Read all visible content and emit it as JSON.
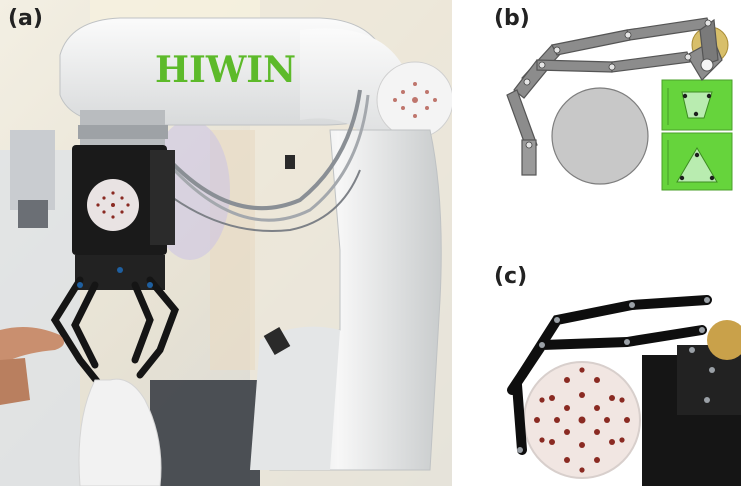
{
  "figure": {
    "panels": [
      {
        "label": "(a)"
      },
      {
        "label": "(b)"
      },
      {
        "label": "(c)"
      }
    ],
    "robot_brand": "HIWIN"
  },
  "colors": {
    "robot_white": "#eceeee",
    "logo_green": "#5dba2a",
    "gripper_black": "#1a1a1a",
    "pad_red_dot": "#8a2a22",
    "cad_gray": "#8c8c8c",
    "cad_green": "#66d43c",
    "cad_gear": "#d8bf6a"
  }
}
